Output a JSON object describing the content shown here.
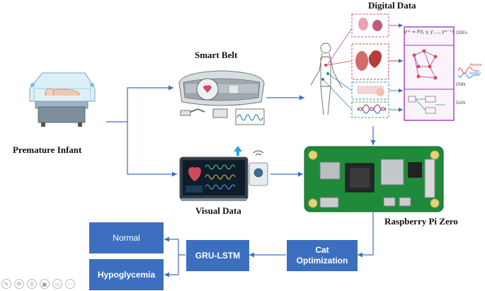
{
  "labels": {
    "digital_data": "Digital Data",
    "smart_belt": "Smart Belt",
    "premature_infant": "Premature Infant",
    "visual_data": "Visual Data",
    "raspberry_pi": "Raspberry Pi Zero"
  },
  "boxes": {
    "normal": "Normal",
    "hypoglycemia": "Hypoglycemia",
    "gru_lstm": "GRU-LSTM",
    "cat_optimization_line1": "Cat",
    "cat_optimization_line2": "Optimization"
  },
  "digital_panel": {
    "ode_label": "ODEs",
    "gnn_label": "GNN",
    "gan_label": "GAN",
    "disease_label": "disease",
    "healthy_label": "healthy",
    "equation": "y⁽ⁿ⁾ = F(t, y, y′,…, y⁽ⁿ⁻¹⁾)"
  },
  "colors": {
    "box_blue": "#3c6fbf",
    "arrow_blue": "#3c6fbf",
    "pi_green": "#1f8a3a",
    "panel_purple": "#9b3fb8"
  },
  "toolbar_icons": [
    "pen-icon",
    "copy-icon",
    "zoom-icon",
    "image-icon",
    "window-icon",
    "more-icon"
  ]
}
